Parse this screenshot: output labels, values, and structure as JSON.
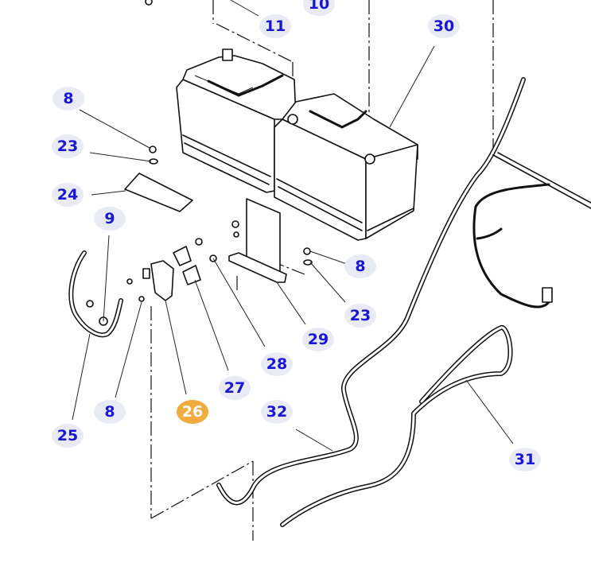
{
  "diagram": {
    "title": "Battery assembly exploded parts view",
    "selected_part": "26",
    "colors": {
      "callout_bg": "#e8ebf3",
      "callout_text": "#1a16d6",
      "selected_bg": "#f0ac3c",
      "selected_text": "#ffffff"
    }
  },
  "callouts": [
    {
      "id": "c-10",
      "label": "10"
    },
    {
      "id": "c-11",
      "label": "11"
    },
    {
      "id": "c-30",
      "label": "30"
    },
    {
      "id": "c-8a",
      "label": "8"
    },
    {
      "id": "c-23a",
      "label": "23"
    },
    {
      "id": "c-24",
      "label": "24"
    },
    {
      "id": "c-9",
      "label": "9"
    },
    {
      "id": "c-8b",
      "label": "8"
    },
    {
      "id": "c-23b",
      "label": "23"
    },
    {
      "id": "c-29",
      "label": "29"
    },
    {
      "id": "c-28",
      "label": "28"
    },
    {
      "id": "c-27",
      "label": "27"
    },
    {
      "id": "c-26",
      "label": "26"
    },
    {
      "id": "c-8c",
      "label": "8"
    },
    {
      "id": "c-25",
      "label": "25"
    },
    {
      "id": "c-32",
      "label": "32"
    },
    {
      "id": "c-31",
      "label": "31"
    }
  ]
}
